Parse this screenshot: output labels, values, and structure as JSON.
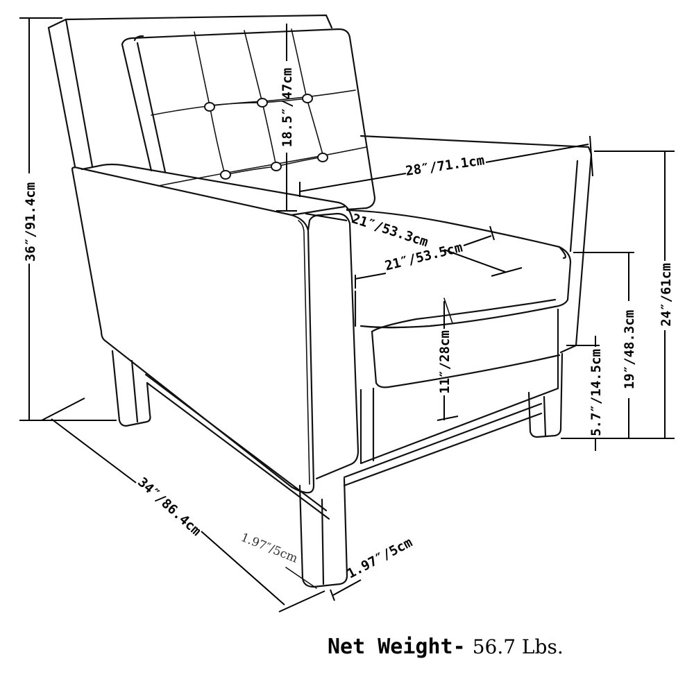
{
  "dimensions": {
    "height_total": "36″/91.4cm",
    "back_cushion_height": "18.5″/47cm",
    "width": "28″/71.1cm",
    "seat_depth": "21″/53.3cm",
    "seat_width": "21″/53.5cm",
    "arm_height": "24″/61cm",
    "seat_height": "19″/48.3cm",
    "leg_height": "5.7″/14.5cm",
    "seat_cushion_height": "11″/28cm",
    "depth": "34″/86.4cm",
    "leg_width_a": "1.97″/5cm",
    "leg_width_b": "1.97″/5cm"
  },
  "weight": {
    "label": "Net Weight-",
    "value": "56.7 Lbs."
  }
}
